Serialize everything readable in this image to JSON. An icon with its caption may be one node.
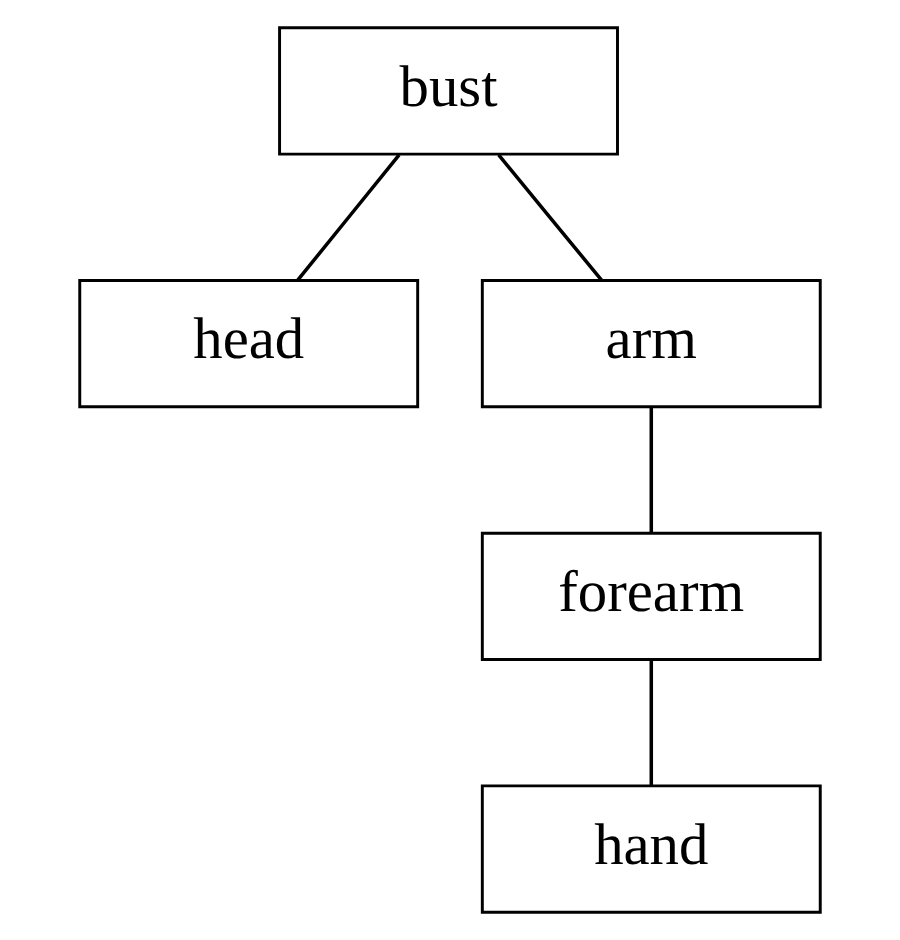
{
  "diagram": {
    "nodes": [
      {
        "text": [
          "bust"
        ]
      },
      {
        "text": [
          "head"
        ]
      },
      {
        "text": [
          "arm"
        ]
      },
      {
        "text": [
          "forearm"
        ]
      },
      {
        "text": [
          "hand"
        ]
      }
    ],
    "edges": [
      {
        "from": 0,
        "to": 1,
        "arrow": "none"
      },
      {
        "from": 0,
        "to": 2,
        "arrow": "none"
      },
      {
        "from": 2,
        "to": 3,
        "arrow": "none"
      },
      {
        "from": 3,
        "to": 4,
        "arrow": "none"
      }
    ]
  }
}
